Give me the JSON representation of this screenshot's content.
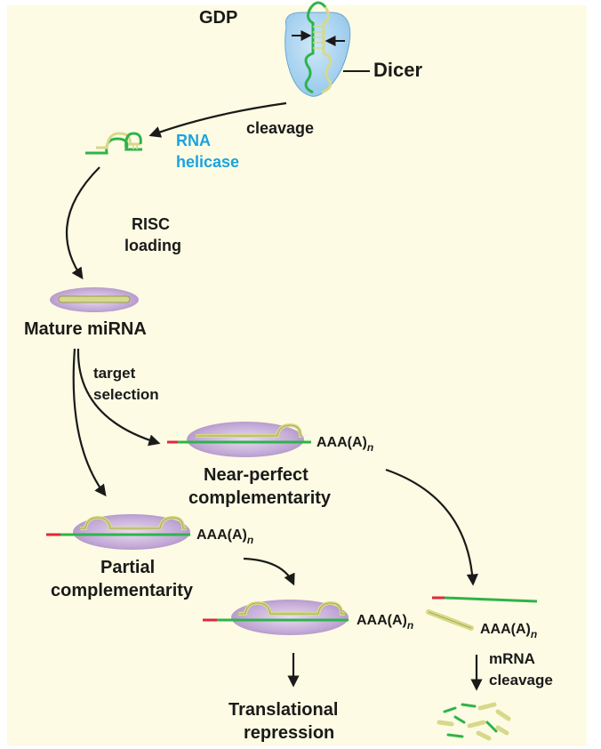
{
  "labels": {
    "gdp": "GDP",
    "dicer": "Dicer",
    "cleavage": "cleavage",
    "rna_helicase_line1": "RNA",
    "rna_helicase_line2": "helicase",
    "risc_line1": "RISC",
    "risc_line2": "loading",
    "mature_mirna": "Mature miRNA",
    "target_line1": "target",
    "target_line2": "selection",
    "near_perfect_line1": "Near-perfect",
    "near_perfect_line2": "complementarity",
    "partial_line1": "Partial",
    "partial_line2": "complementarity",
    "polya_base": "AAA(A)",
    "polya_sub": "n",
    "mrna_cleavage_line1": "mRNA",
    "mrna_cleavage_line2": "cleavage",
    "translational_line1": "Translational",
    "translational_line2": "repression"
  },
  "colors": {
    "background": "#fdfbe3",
    "rna_green": "#2fb34a",
    "mirna_tan": "#d7d98a",
    "red_cap": "#e0283c",
    "risc_purple": "#b59ac9",
    "dicer_blue": "#a9d4f0",
    "helicase_blue": "#1aa3e0",
    "arrow": "#1a1a1a"
  }
}
